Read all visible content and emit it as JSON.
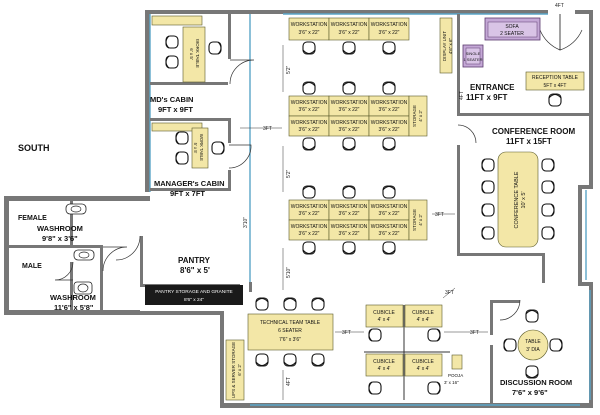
{
  "compass": "SOUTH",
  "top_dimension": "4FT",
  "rooms": {
    "md_cabin": {
      "name": "MD's CABIN",
      "size": "9FT x 9FT"
    },
    "managers_cabin": {
      "name": "MANAGER's CABIN",
      "size": "9FT x 7FT"
    },
    "entrance": {
      "name": "ENTRANCE",
      "size": "11FT x 9FT"
    },
    "conference": {
      "name": "CONFERENCE ROOM",
      "size": "11FT x 15FT"
    },
    "pantry": {
      "name": "PANTRY",
      "size": "8'6\" x 5'"
    },
    "washroom_female": {
      "name": "WASHROOM",
      "size": "9'8\" x 3'6\""
    },
    "washroom_male": {
      "name": "WASHROOM",
      "size": "11'6\" x 5'8\""
    },
    "discussion": {
      "name": "DISCUSSION ROOM",
      "size": "7'6\" x 9'6\""
    }
  },
  "gender_labels": {
    "female": "FEMALE",
    "male": "MALE"
  },
  "furniture": {
    "work_table_md": {
      "name": "WORK TABLE",
      "size": "6' x 5'"
    },
    "work_table_mgr": {
      "name": "WORK TABLE",
      "size": "5' x 5'"
    },
    "workstation": {
      "name": "WORKSTATION",
      "size": "3'6\" x 22\""
    },
    "storage_a": {
      "name": "STORAGE",
      "size": "4' x 2'"
    },
    "storage_b": {
      "name": "STORAGE",
      "size": "4' x 2'"
    },
    "sofa": {
      "name": "SOFA",
      "detail": "2 SEATER"
    },
    "single_seater": {
      "name": "SINGLE",
      "detail": "1 SEATER"
    },
    "display_unit": {
      "name": "DISPLAY UNIT",
      "size": "4'6\" x 6\""
    },
    "reception_table": {
      "name": "RECEPTION TABLE",
      "size": "5FT x 4FT"
    },
    "conference_table": {
      "name": "CONFERENCE TABLE",
      "size": "10' x 5'"
    },
    "pantry_storage": {
      "name": "PANTRY STORAGE AND GRANITE",
      "size": "8'6\" x 24\""
    },
    "technical_table": {
      "name": "TECHNICAL TEAM TABLE",
      "detail": "6 SEATER",
      "size": "7'6\" x 3'6\""
    },
    "ups_storage": {
      "name": "UPS & SERVER STORAGE",
      "size": "6' x 2'"
    },
    "cubicle": {
      "name": "CUBICLE",
      "size": "4' x 4'"
    },
    "pooja": {
      "name": "POOJA",
      "size": "3' x 16\""
    },
    "discussion_table": {
      "name": "TABLE",
      "size": "3' DIA"
    }
  },
  "dimensions": {
    "gap_3ft": "3FT",
    "gap_5ft2": "5'2\"",
    "gap_3ft10": "3'10\"",
    "gap_5ft10": "5'10\"",
    "gap_4ft": "4FT",
    "gap_4ft_b": "4FT"
  }
}
